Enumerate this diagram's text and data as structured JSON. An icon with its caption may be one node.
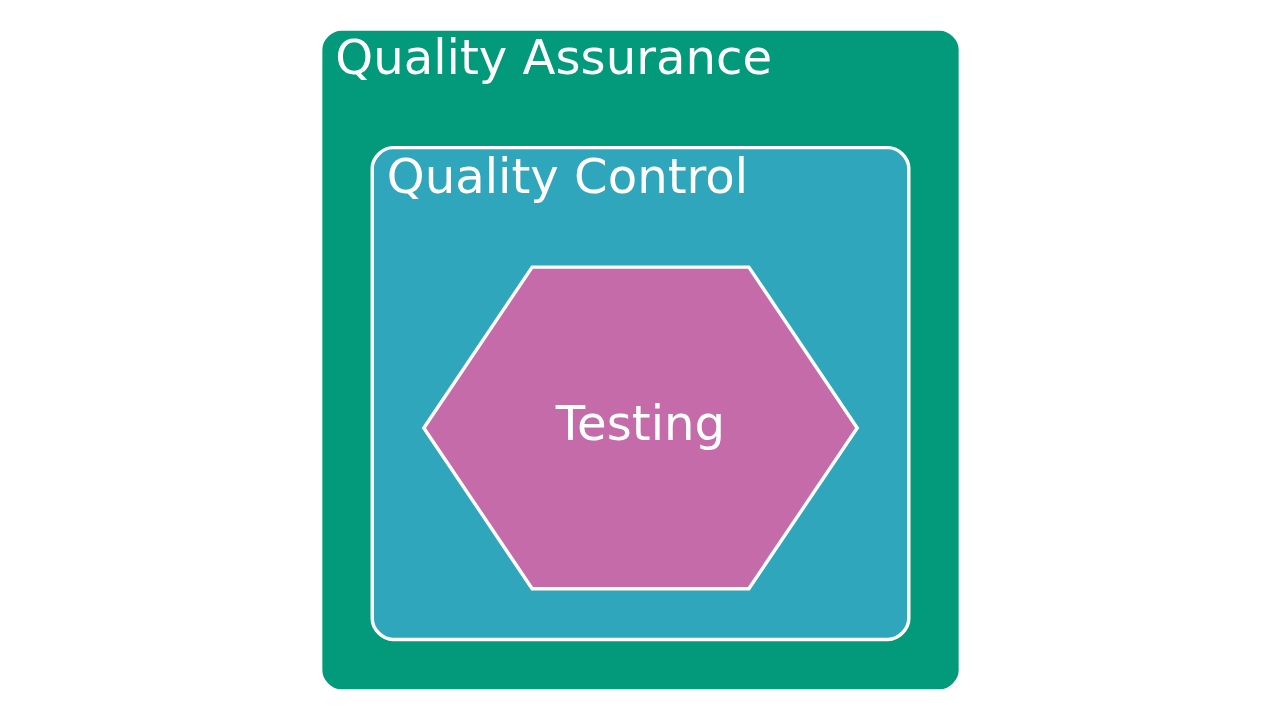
{
  "diagram": {
    "nodes": [
      {
        "text": [
          "Quality Assurance"
        ]
      },
      {
        "text": [
          "Quality Control"
        ],
        "in": 0
      },
      {
        "text": [
          "Testing"
        ],
        "in": 1
      }
    ]
  }
}
